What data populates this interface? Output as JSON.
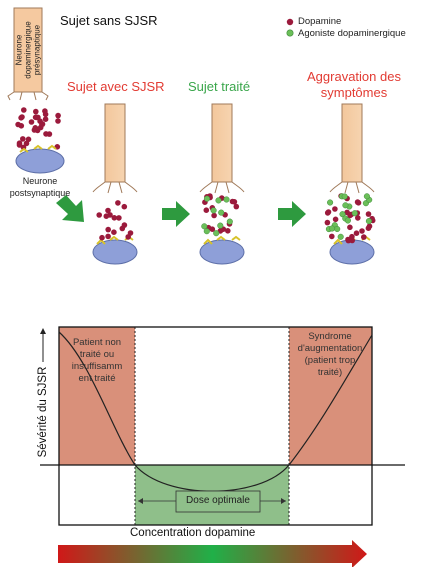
{
  "top": {
    "title": "Sujet sans SJSR",
    "legend": [
      {
        "label": "Dopamine",
        "color": "#9b1a3c"
      },
      {
        "label": "Agoniste dopaminergique",
        "color": "#6bbf59"
      }
    ],
    "presynaptic_label": "Neurone dopaminergique présynaptique",
    "postsynaptic_label_1": "Neurone",
    "postsynaptic_label_2": "postsynaptique",
    "panels": [
      {
        "label": "Sujet avec SJSR",
        "color": "#e23b33"
      },
      {
        "label": "Sujet traité",
        "color": "#3aa64b"
      },
      {
        "label_1": "Aggravation des",
        "label_2": "symptômes",
        "color": "#e23b33"
      }
    ]
  },
  "bottom": {
    "left_zone": {
      "lines": [
        "Patient non",
        "traité ou",
        "insuffisamm",
        "ent traité"
      ],
      "color": "#d9907a"
    },
    "right_zone": {
      "lines": [
        "Syndrome",
        "d'augmentation",
        "(patient trop",
        "traité)"
      ],
      "color": "#d9907a"
    },
    "optimal_zone": {
      "label": "Dose optimale",
      "color": "#8fbf8a"
    },
    "y_axis_label": "Sévérité du SJSR",
    "x_axis_label": "Concentration dopamine",
    "gradient": {
      "start": "#d01818",
      "end": "#2aa84a"
    }
  }
}
